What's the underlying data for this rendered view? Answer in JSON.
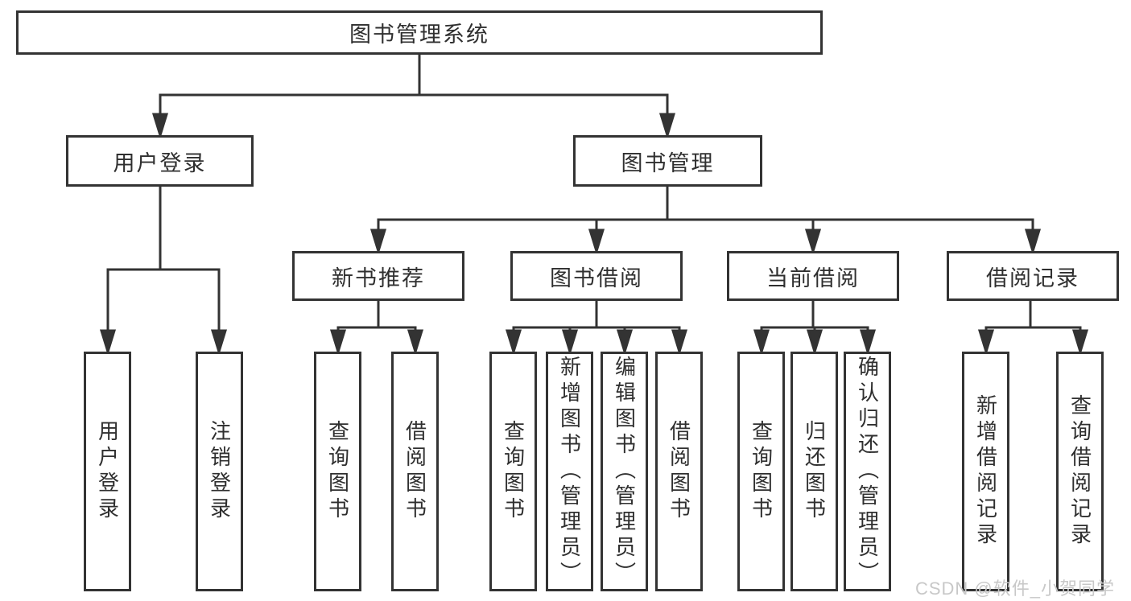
{
  "colors": {
    "line": "#333333",
    "text": "#2f2f2f",
    "background": "#ffffff",
    "watermark": "#c8c8c8"
  },
  "tree": {
    "root": {
      "label": "图书管理系统"
    },
    "branches": [
      {
        "label": "用户登录",
        "children": [
          {
            "label": "用户登录"
          },
          {
            "label": "注销登录"
          }
        ]
      },
      {
        "label": "图书管理",
        "children": [
          {
            "label": "新书推荐",
            "children": [
              {
                "label": "查询图书"
              },
              {
                "label": "借阅图书"
              }
            ]
          },
          {
            "label": "图书借阅",
            "children": [
              {
                "label": "查询图书"
              },
              {
                "label": "新增图书（管理员）"
              },
              {
                "label": "编辑图书（管理员）"
              },
              {
                "label": "借阅图书"
              }
            ]
          },
          {
            "label": "当前借阅",
            "children": [
              {
                "label": "查询图书"
              },
              {
                "label": "归还图书"
              },
              {
                "label": "确认归还（管理员）"
              }
            ]
          },
          {
            "label": "借阅记录",
            "children": [
              {
                "label": "新增借阅记录"
              },
              {
                "label": "查询借阅记录"
              }
            ]
          }
        ]
      }
    ]
  },
  "watermark": {
    "text": "CSDN @软件_小贺同学"
  }
}
